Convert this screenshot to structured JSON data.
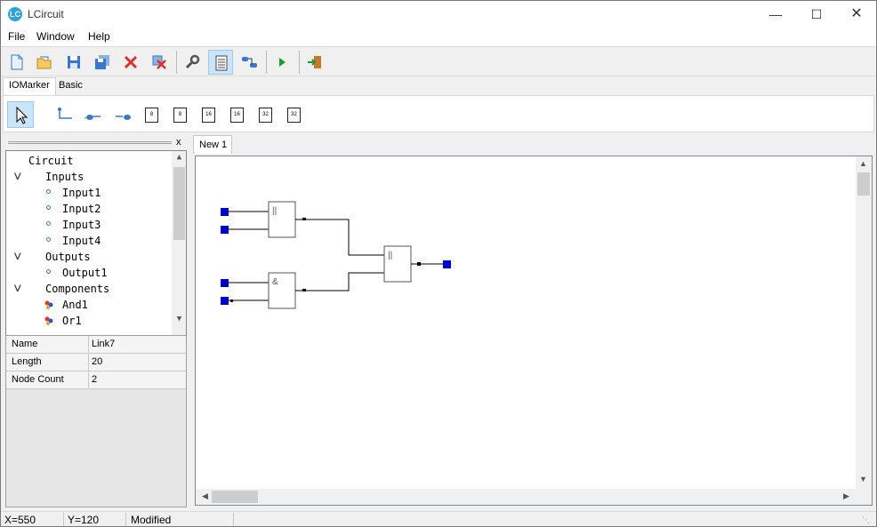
{
  "app": {
    "title": "LCircuit",
    "icon_text": "LC"
  },
  "window_controls": {
    "minimize": "—",
    "maximize": "☐",
    "close": "✕"
  },
  "menu": [
    "File",
    "Window",
    "Help"
  ],
  "toolbar_icons": [
    "new-file-icon",
    "open-folder-icon",
    "save-icon",
    "save-all-icon",
    "delete-icon",
    "delete-link-icon",
    "wrench-icon",
    "properties-panel-icon",
    "components-panel-icon",
    "run-icon",
    "exit-icon"
  ],
  "palette_tabs": [
    "IOMarker",
    "Basic"
  ],
  "palette_chips": [
    "8",
    "8",
    "16",
    "16",
    "32",
    "32"
  ],
  "left_panel": {
    "close_label": "x"
  },
  "tree": {
    "root": "Circuit",
    "inputs_label": "Inputs",
    "inputs": [
      "Input1",
      "Input2",
      "Input3",
      "Input4"
    ],
    "outputs_label": "Outputs",
    "outputs": [
      "Output1"
    ],
    "components_label": "Components",
    "components": [
      "And1",
      "Or1"
    ]
  },
  "properties": [
    {
      "name": "Name",
      "value": "Link7"
    },
    {
      "name": "Length",
      "value": "20"
    },
    {
      "name": "Node Count",
      "value": "2"
    }
  ],
  "document_tab": "New 1",
  "gates": {
    "or1_symbol": "||",
    "and1_symbol": "&",
    "or2_symbol": "||"
  },
  "status": {
    "x": "X=550",
    "y": "Y=120",
    "state": "Modified"
  },
  "colors": {
    "pin": "#0000cc",
    "accent": "#cce4f7"
  }
}
